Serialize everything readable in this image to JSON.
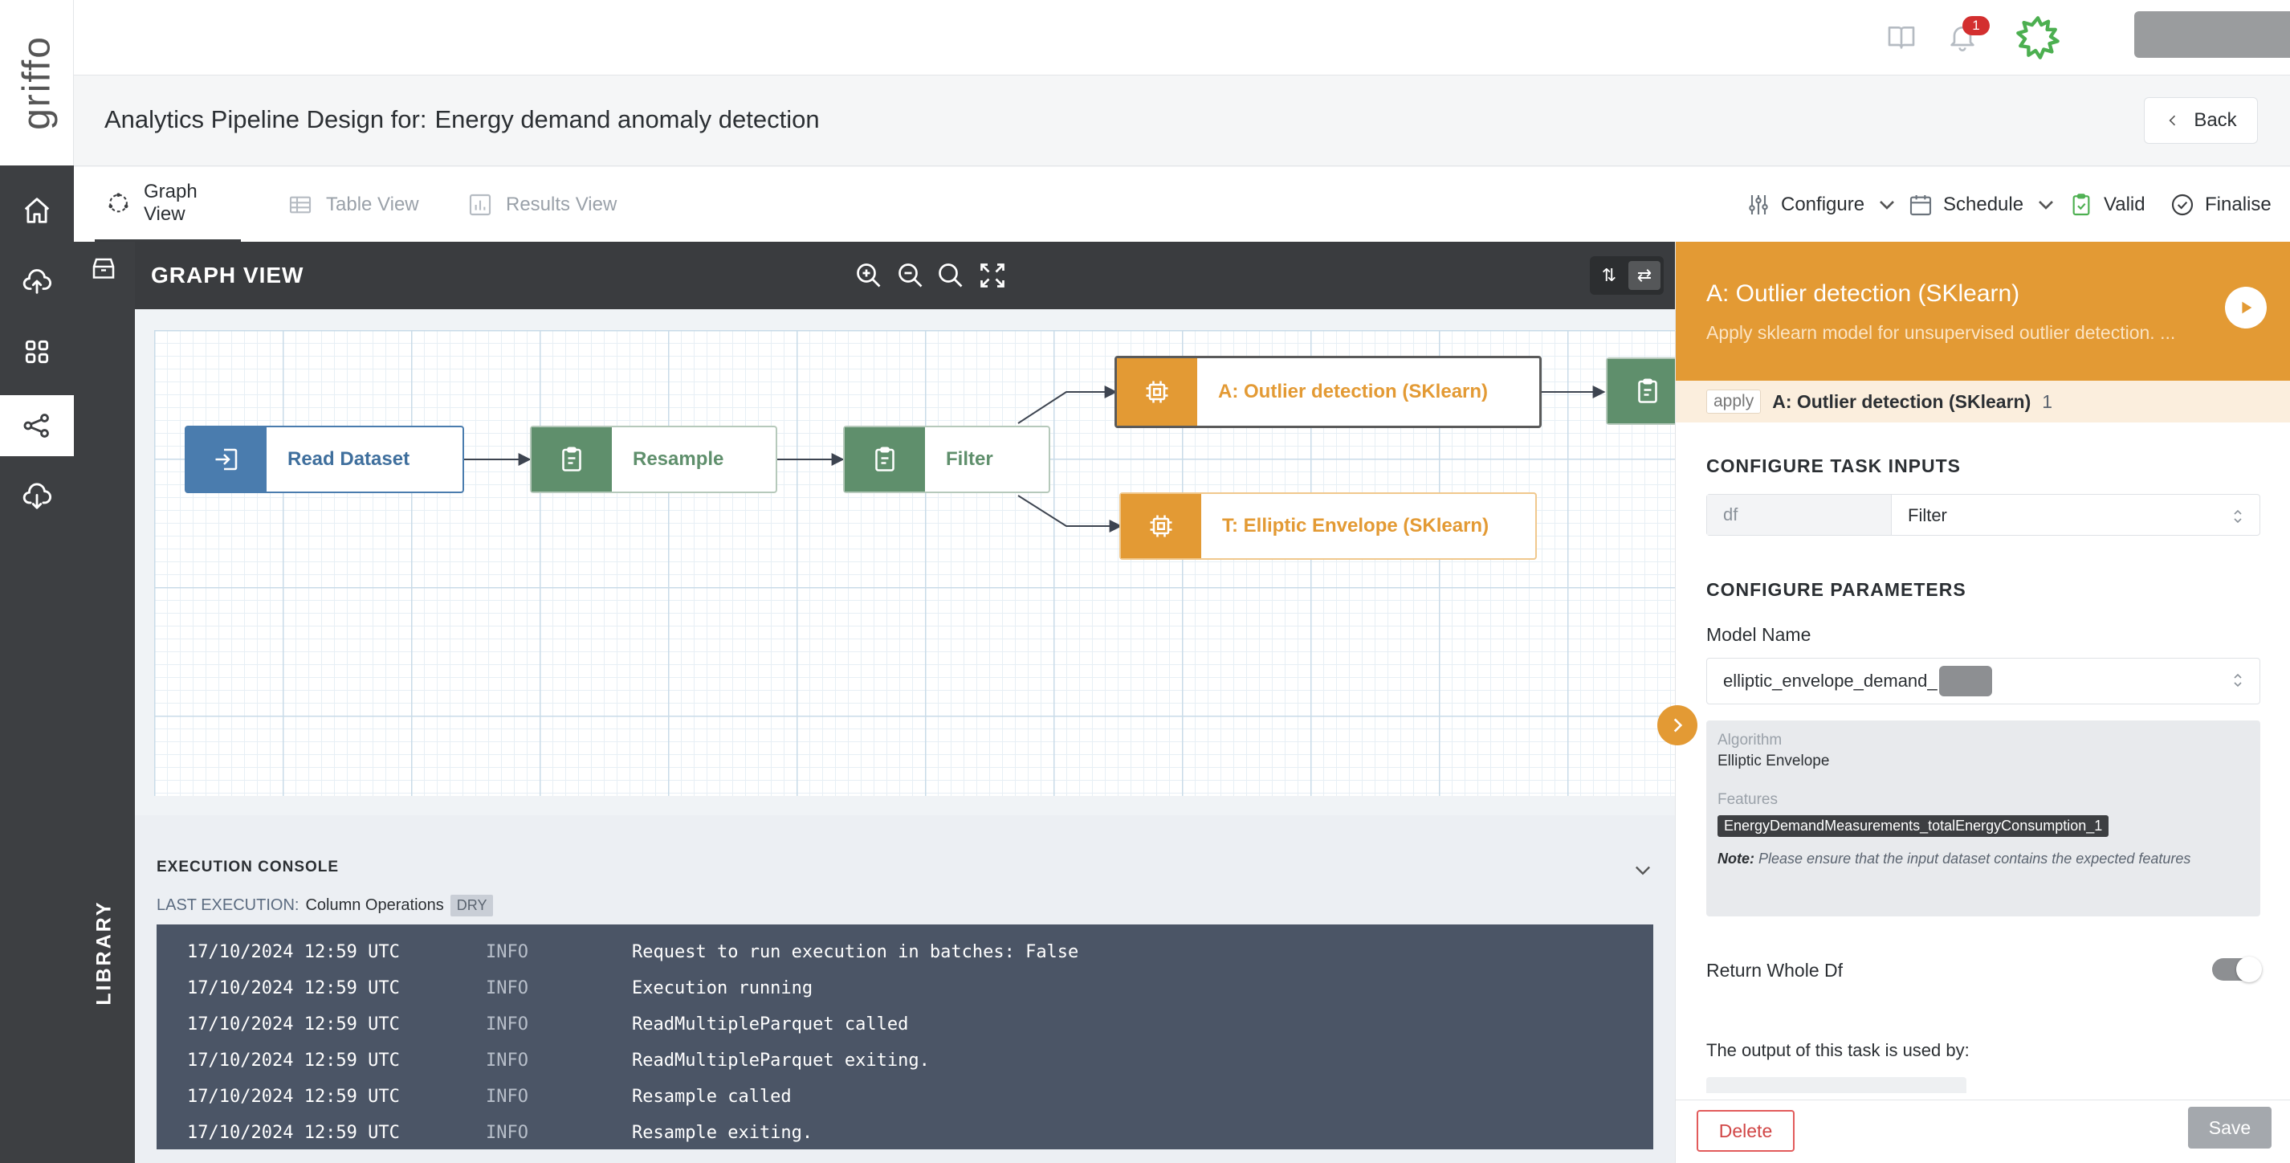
{
  "app": {
    "logo_text": "griffo"
  },
  "topbar": {
    "notification_count": "1"
  },
  "title": {
    "prefix": "Analytics Pipeline Design for:",
    "pipeline_name": "Energy demand anomaly detection",
    "back_label": "Back"
  },
  "tabs": [
    {
      "label": "Graph View",
      "active": true
    },
    {
      "label": "Table View",
      "active": false
    },
    {
      "label": "Results View",
      "active": false
    }
  ],
  "toolbar": {
    "configure": "Configure",
    "schedule": "Schedule",
    "valid": "Valid",
    "finalise": "Finalise"
  },
  "library": {
    "label": "LIBRARY"
  },
  "graph": {
    "title": "GRAPH VIEW",
    "nodes": [
      {
        "label": "Read Dataset",
        "color": "blue"
      },
      {
        "label": "Resample",
        "color": "green"
      },
      {
        "label": "Filter",
        "color": "green"
      },
      {
        "label": "A: Outlier detection (SKlearn)",
        "color": "orange",
        "selected": true
      },
      {
        "label": "T: Elliptic Envelope (SKlearn)",
        "color": "orange"
      }
    ]
  },
  "console": {
    "title": "EXECUTION CONSOLE",
    "last_execution_label": "LAST EXECUTION:",
    "last_execution_value": "Column Operations",
    "mode_badge": "DRY",
    "rows": [
      {
        "ts": "17/10/2024 12:59 UTC",
        "level": "INFO",
        "msg": "Request to run execution in batches: False"
      },
      {
        "ts": "17/10/2024 12:59 UTC",
        "level": "INFO",
        "msg": "Execution running"
      },
      {
        "ts": "17/10/2024 12:59 UTC",
        "level": "INFO",
        "msg": "ReadMultipleParquet called"
      },
      {
        "ts": "17/10/2024 12:59 UTC",
        "level": "INFO",
        "msg": "ReadMultipleParquet exiting."
      },
      {
        "ts": "17/10/2024 12:59 UTC",
        "level": "INFO",
        "msg": "Resample called"
      },
      {
        "ts": "17/10/2024 12:59 UTC",
        "level": "INFO",
        "msg": "Resample exiting."
      }
    ]
  },
  "panel": {
    "title": "A: Outlier detection (SKlearn)",
    "description": "Apply sklearn model for unsupervised outlier detection. ...",
    "strip_tag": "apply",
    "strip_name": "A: Outlier detection (SKlearn)",
    "strip_count": "1",
    "inputs_heading": "CONFIGURE TASK INPUTS",
    "input_key": "df",
    "input_value": "Filter",
    "params_heading": "CONFIGURE PARAMETERS",
    "model_name_label": "Model Name",
    "model_name_value": "elliptic_envelope_demand_",
    "algorithm_label": "Algorithm",
    "algorithm_value": "Elliptic Envelope",
    "features_label": "Features",
    "feature_value": "EnergyDemandMeasurements_totalEnergyConsumption_1",
    "note_label": "Note:",
    "note_text": "Please ensure that the input dataset contains the expected features",
    "return_whole_label": "Return Whole Df",
    "used_by_label": "The output of this task is used by:",
    "delete_label": "Delete",
    "save_label": "Save"
  }
}
